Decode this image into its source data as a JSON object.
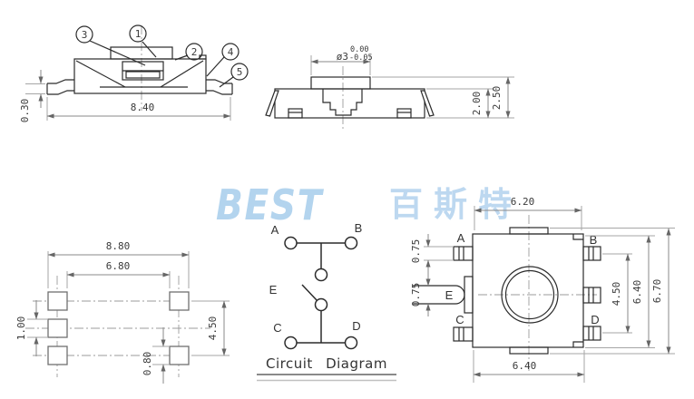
{
  "watermark": {
    "brand": "BEST",
    "brand_cjk": "百斯特"
  },
  "side_view": {
    "callout_1": "1",
    "callout_2": "2",
    "callout_3": "3",
    "callout_4": "4",
    "callout_5": "5",
    "dim_width": "8.40",
    "dim_lead_thickness": "0.30"
  },
  "front_view": {
    "dim_actuator_diameter": "ø3",
    "dim_tol_upper": "0.00",
    "dim_tol_lower": "-0.05",
    "dim_body_height": "2.00",
    "dim_total_height": "2.50"
  },
  "footprint_view": {
    "dim_outer_span": "8.80",
    "dim_inner_span": "6.80",
    "dim_pad_width": "1.00",
    "dim_row_pitch": "4.50",
    "dim_pad_height": "0.80"
  },
  "circuit_diagram": {
    "terminal_a": "A",
    "terminal_b": "B",
    "terminal_c": "C",
    "terminal_d": "D",
    "terminal_e": "E",
    "title": "Circuit Diagram"
  },
  "top_view": {
    "pin_a": "A",
    "pin_b": "B",
    "pin_c": "C",
    "pin_d": "D",
    "pin_e": "E",
    "dim_top_width": "6.20",
    "dim_bottom_width": "6.40",
    "dim_pin_pitch": "4.50",
    "dim_body_width": "6.40",
    "dim_total_width": "6.70",
    "dim_pin_a_width": "0.75",
    "dim_pin_e_width": "0.75"
  }
}
